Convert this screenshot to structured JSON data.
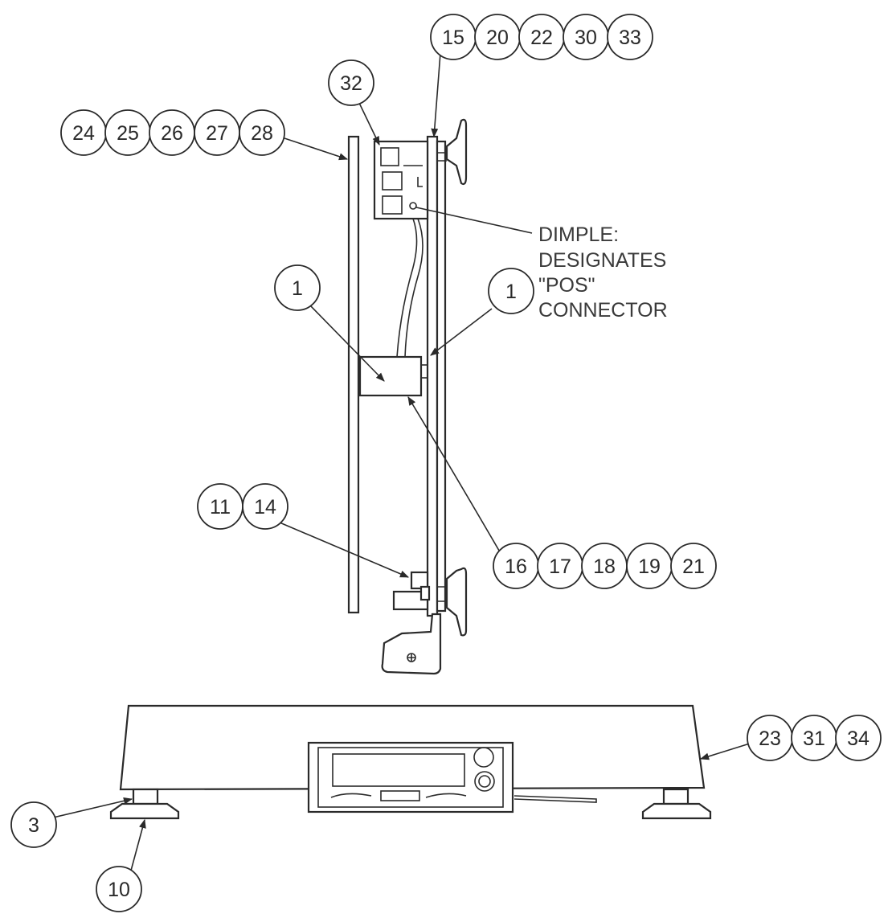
{
  "callouts": {
    "top_right": [
      "15",
      "20",
      "22",
      "30",
      "33"
    ],
    "top_left": [
      "24",
      "25",
      "26",
      "27",
      "28"
    ],
    "item_32": "32",
    "item_1_left": "1",
    "item_1_right": "1",
    "mid_left": [
      "11",
      "14"
    ],
    "mid_right": [
      "16",
      "17",
      "18",
      "19",
      "21"
    ],
    "base_right": [
      "23",
      "31",
      "34"
    ],
    "foot_3": "3",
    "foot_10": "10"
  },
  "note": {
    "lines": [
      "DIMPLE:",
      "DESIGNATES",
      "\"POS\"",
      "CONNECTOR"
    ]
  }
}
